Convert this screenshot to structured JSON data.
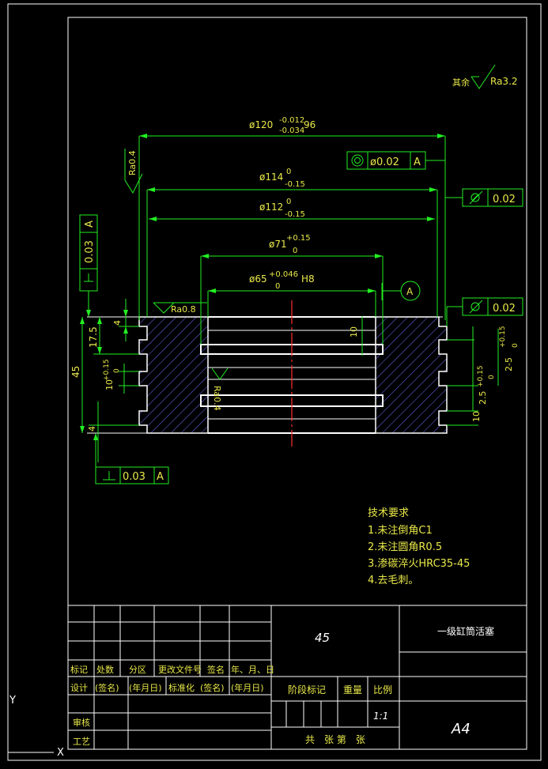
{
  "surface_finish_note": {
    "prefix": "其余",
    "value": "Ra3.2"
  },
  "dimensions": {
    "d120": {
      "main": "ø120",
      "upper": "-0.012",
      "lower": "-0.034",
      "suffix": "96"
    },
    "d114": {
      "main": "ø114",
      "upper": "0",
      "lower": "-0.15"
    },
    "d112": {
      "main": "ø112",
      "upper": "0",
      "lower": "-0.15"
    },
    "d71": {
      "main": "ø71",
      "upper": "+0.15",
      "lower": "0"
    },
    "d65": {
      "main": "ø65",
      "upper": "+0.046",
      "lower": "0",
      "fit": "H8"
    },
    "h45": "45",
    "h17_5": "17.5",
    "h4_top": "4",
    "h4_bottom": "4",
    "h10_groove": "10",
    "h10_tol": {
      "main": "10",
      "upper": "+0.15",
      "lower": "0"
    },
    "h10_inner": "10",
    "h10_right": "10",
    "h2_5": {
      "main": "2.5",
      "upper": "+0.15",
      "lower": "0"
    },
    "h2_5r": {
      "main": "2-5",
      "upper": "+0.15",
      "lower": "0"
    }
  },
  "roughness": {
    "ra04_top": "Ra0.4",
    "ra08": "Ra0.8",
    "ra04_bore": "Ra0.4"
  },
  "tolerances": {
    "coaxiality": {
      "value": "ø0.02",
      "datum": "A"
    },
    "runout_top": {
      "value": "0.02"
    },
    "runout_mid": {
      "value": "0.02"
    },
    "perp_left": {
      "value": "0.03",
      "datum": "A"
    },
    "perp_bottom": {
      "value": "0.03",
      "datum": "A"
    }
  },
  "datum_label": "A",
  "technical_requirements": {
    "title": "技术要求",
    "items": [
      "1.未注倒角C1",
      "2.未注圆角R0.5",
      "3.渗碳淬火HRC35-45",
      "4.去毛刺。"
    ]
  },
  "title_block": {
    "material": "45",
    "part_name": "一级缸筒活塞",
    "sheet_size": "A4",
    "scale": "1:1",
    "row_labels": [
      "标记",
      "处数",
      "分区",
      "更改文件号",
      "签名",
      "年、月、日"
    ],
    "design_label": "设计",
    "sign_label": "(签名)",
    "date_label": "(年月日)",
    "standard_label": "标准化",
    "stage_label": "阶段标记",
    "weight_label": "重量",
    "scale_label": "比例",
    "review_label": "审核",
    "process_label": "工艺",
    "sheet_text": "共　张 第　张"
  },
  "ucs": {
    "y_axis": "Y",
    "x_axis": "X"
  }
}
